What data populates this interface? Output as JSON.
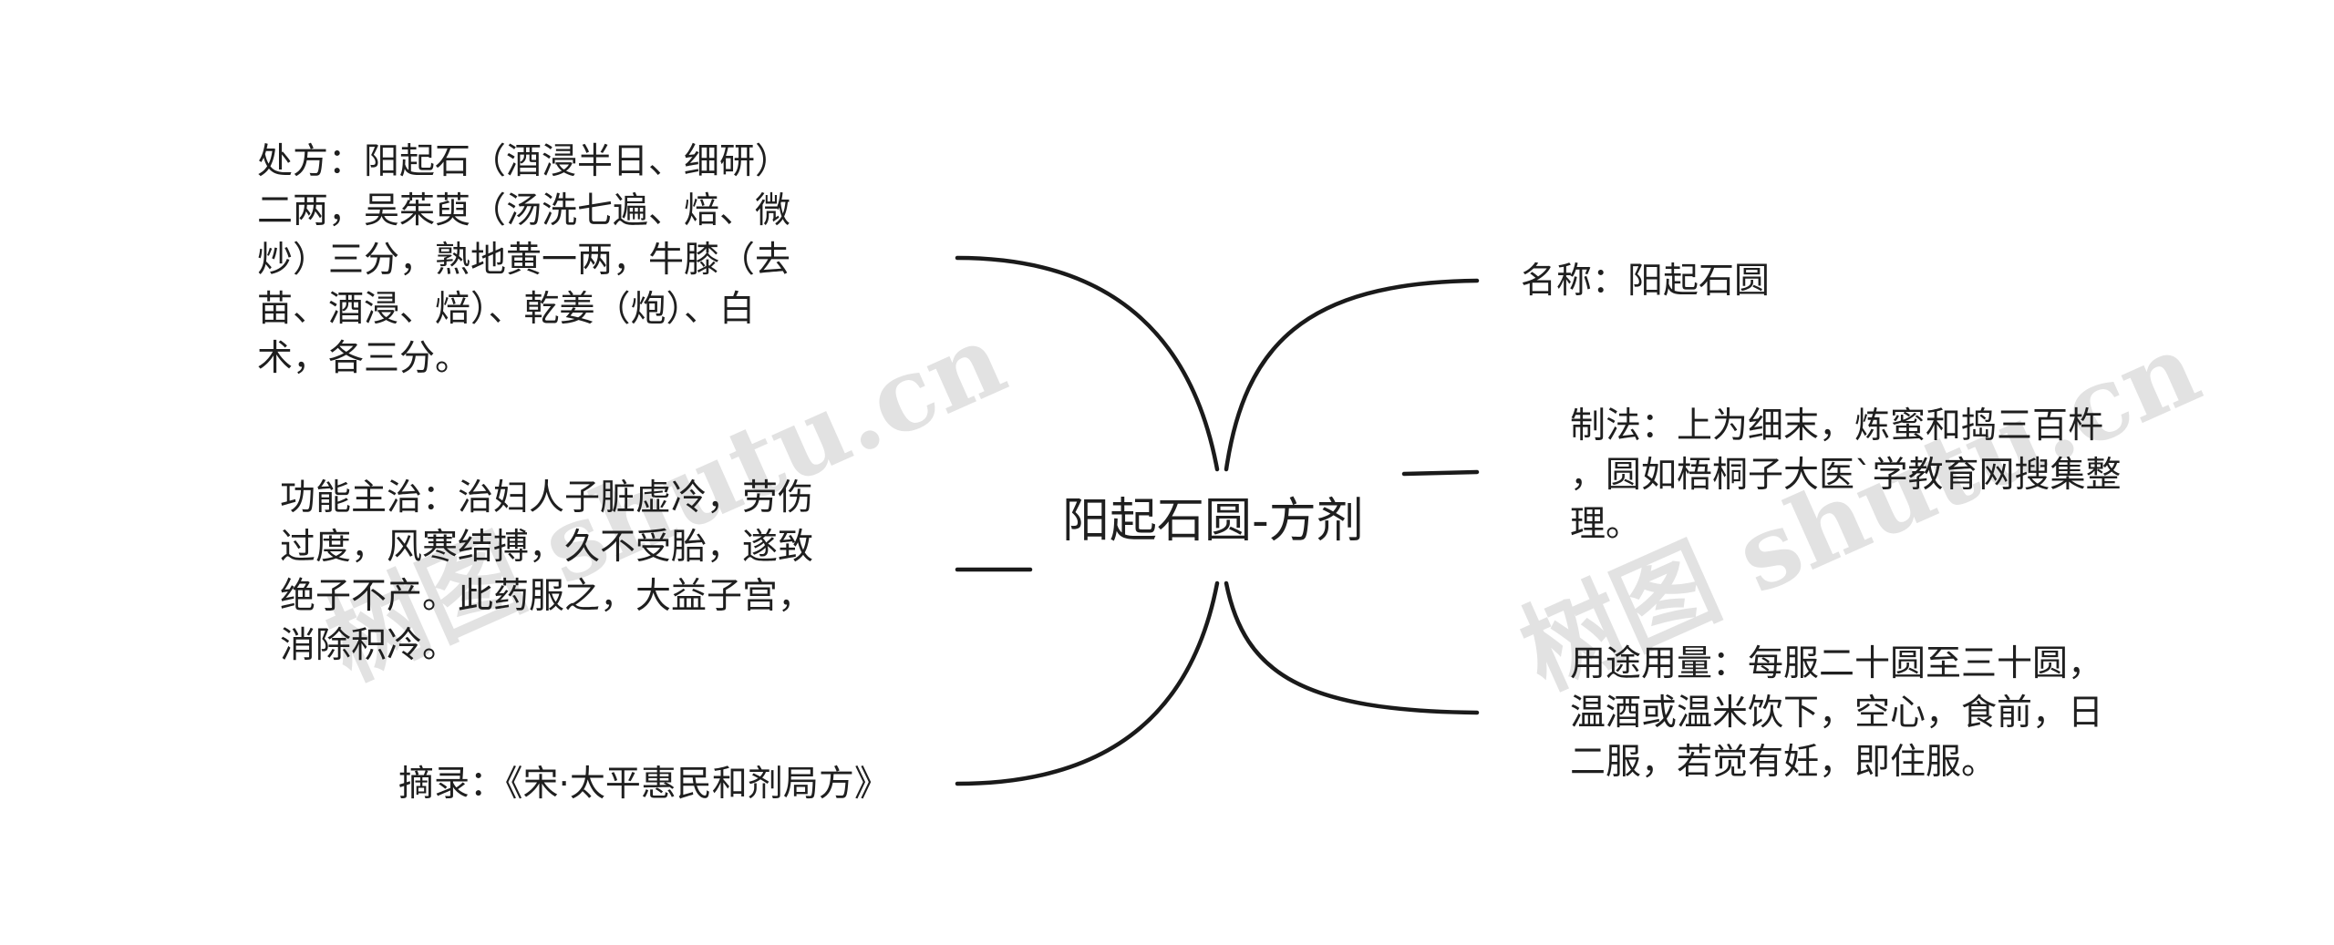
{
  "mindmap": {
    "root": "阳起石圆-方剂",
    "left_branches": [
      "处方：阳起石（酒浸半日、细研）\n二两，吴茱萸（汤洗七遍、焙、微\n炒）三分，熟地黄一两，牛膝（去\n苗、酒浸、焙）、乾姜（炮）、白\n术，各三分。",
      "功能主治：治妇人子脏虚冷，劳伤\n过度，风寒结搏，久不受胎，遂致\n绝子不产。此药服之，大益子宫，\n消除积冷。",
      "摘录：《宋·太平惠民和剂局方》"
    ],
    "right_branches": [
      "名称：阳起石圆",
      "制法：上为细末，炼蜜和捣三百杵\n，圆如梧桐子大医`学教育网搜集整\n理。",
      "用途用量：每服二十圆至三十圆，\n温酒或温米饮下，空心，食前，日\n二服，若觉有妊，即住服。"
    ]
  },
  "watermarks": [
    "树图 shutu.cn",
    "树图 shutu.cn"
  ],
  "colors": {
    "line": "#1a1a1a",
    "text": "#1f1f1f",
    "background": "#ffffff"
  }
}
